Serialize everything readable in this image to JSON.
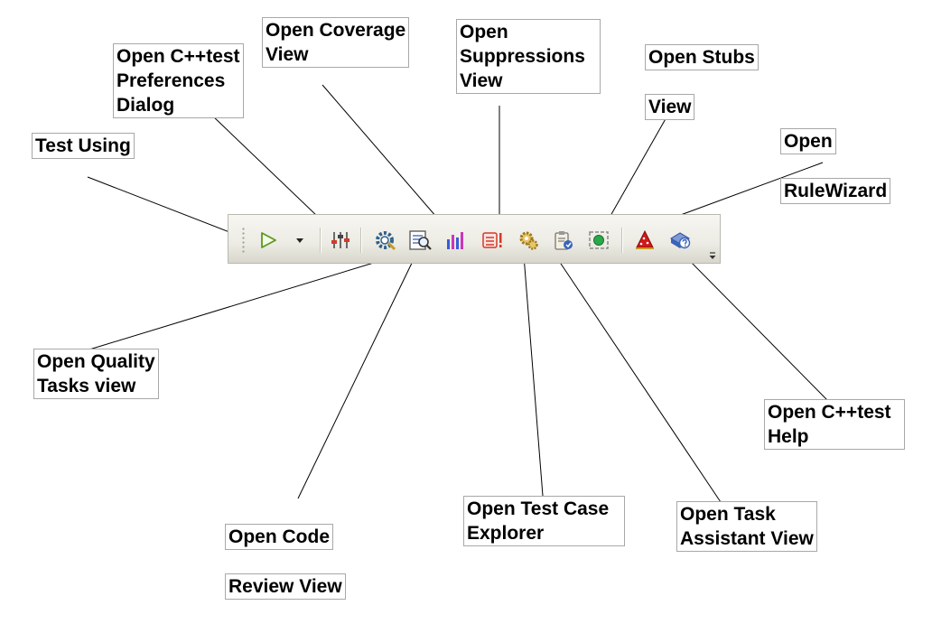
{
  "callouts": {
    "test_using": "Test Using",
    "preferences": "Open C++test\nPreferences\nDialog",
    "coverage": "Open Coverage\nView",
    "suppressions": "Open\nSuppressions\nView",
    "stubs_line1": "Open Stubs",
    "stubs_line2": "View",
    "rulewizard_line1": "Open",
    "rulewizard_line2": "RuleWizard",
    "quality_tasks": "Open Quality\nTasks view",
    "code_review_line1": "Open Code",
    "code_review_line2": "Review View",
    "test_case_explorer": "Open Test Case\nExplorer",
    "task_assistant": "Open Task\nAssistant View",
    "help": "Open C++test\nHelp"
  },
  "toolbar": {
    "icons": [
      "run-test-icon",
      "dropdown-arrow-icon",
      "preferences-sliders-icon",
      "quality-tasks-gear-icon",
      "code-review-icon",
      "coverage-chart-icon",
      "suppressions-icon",
      "test-case-explorer-icon",
      "task-assistant-icon",
      "stubs-icon",
      "rulewizard-icon",
      "help-icon",
      "toolbar-overflow-icon"
    ],
    "colors": {
      "play": "#5a9a1e",
      "chart_blue": "#3a5bd8",
      "chart_magenta": "#c837b8",
      "suppress_red": "#d23a2a",
      "gear_gold": "#c89a28",
      "stubs_green": "#2aa84a",
      "wizard_red": "#d01818",
      "help_blue": "#3a64b8"
    }
  }
}
